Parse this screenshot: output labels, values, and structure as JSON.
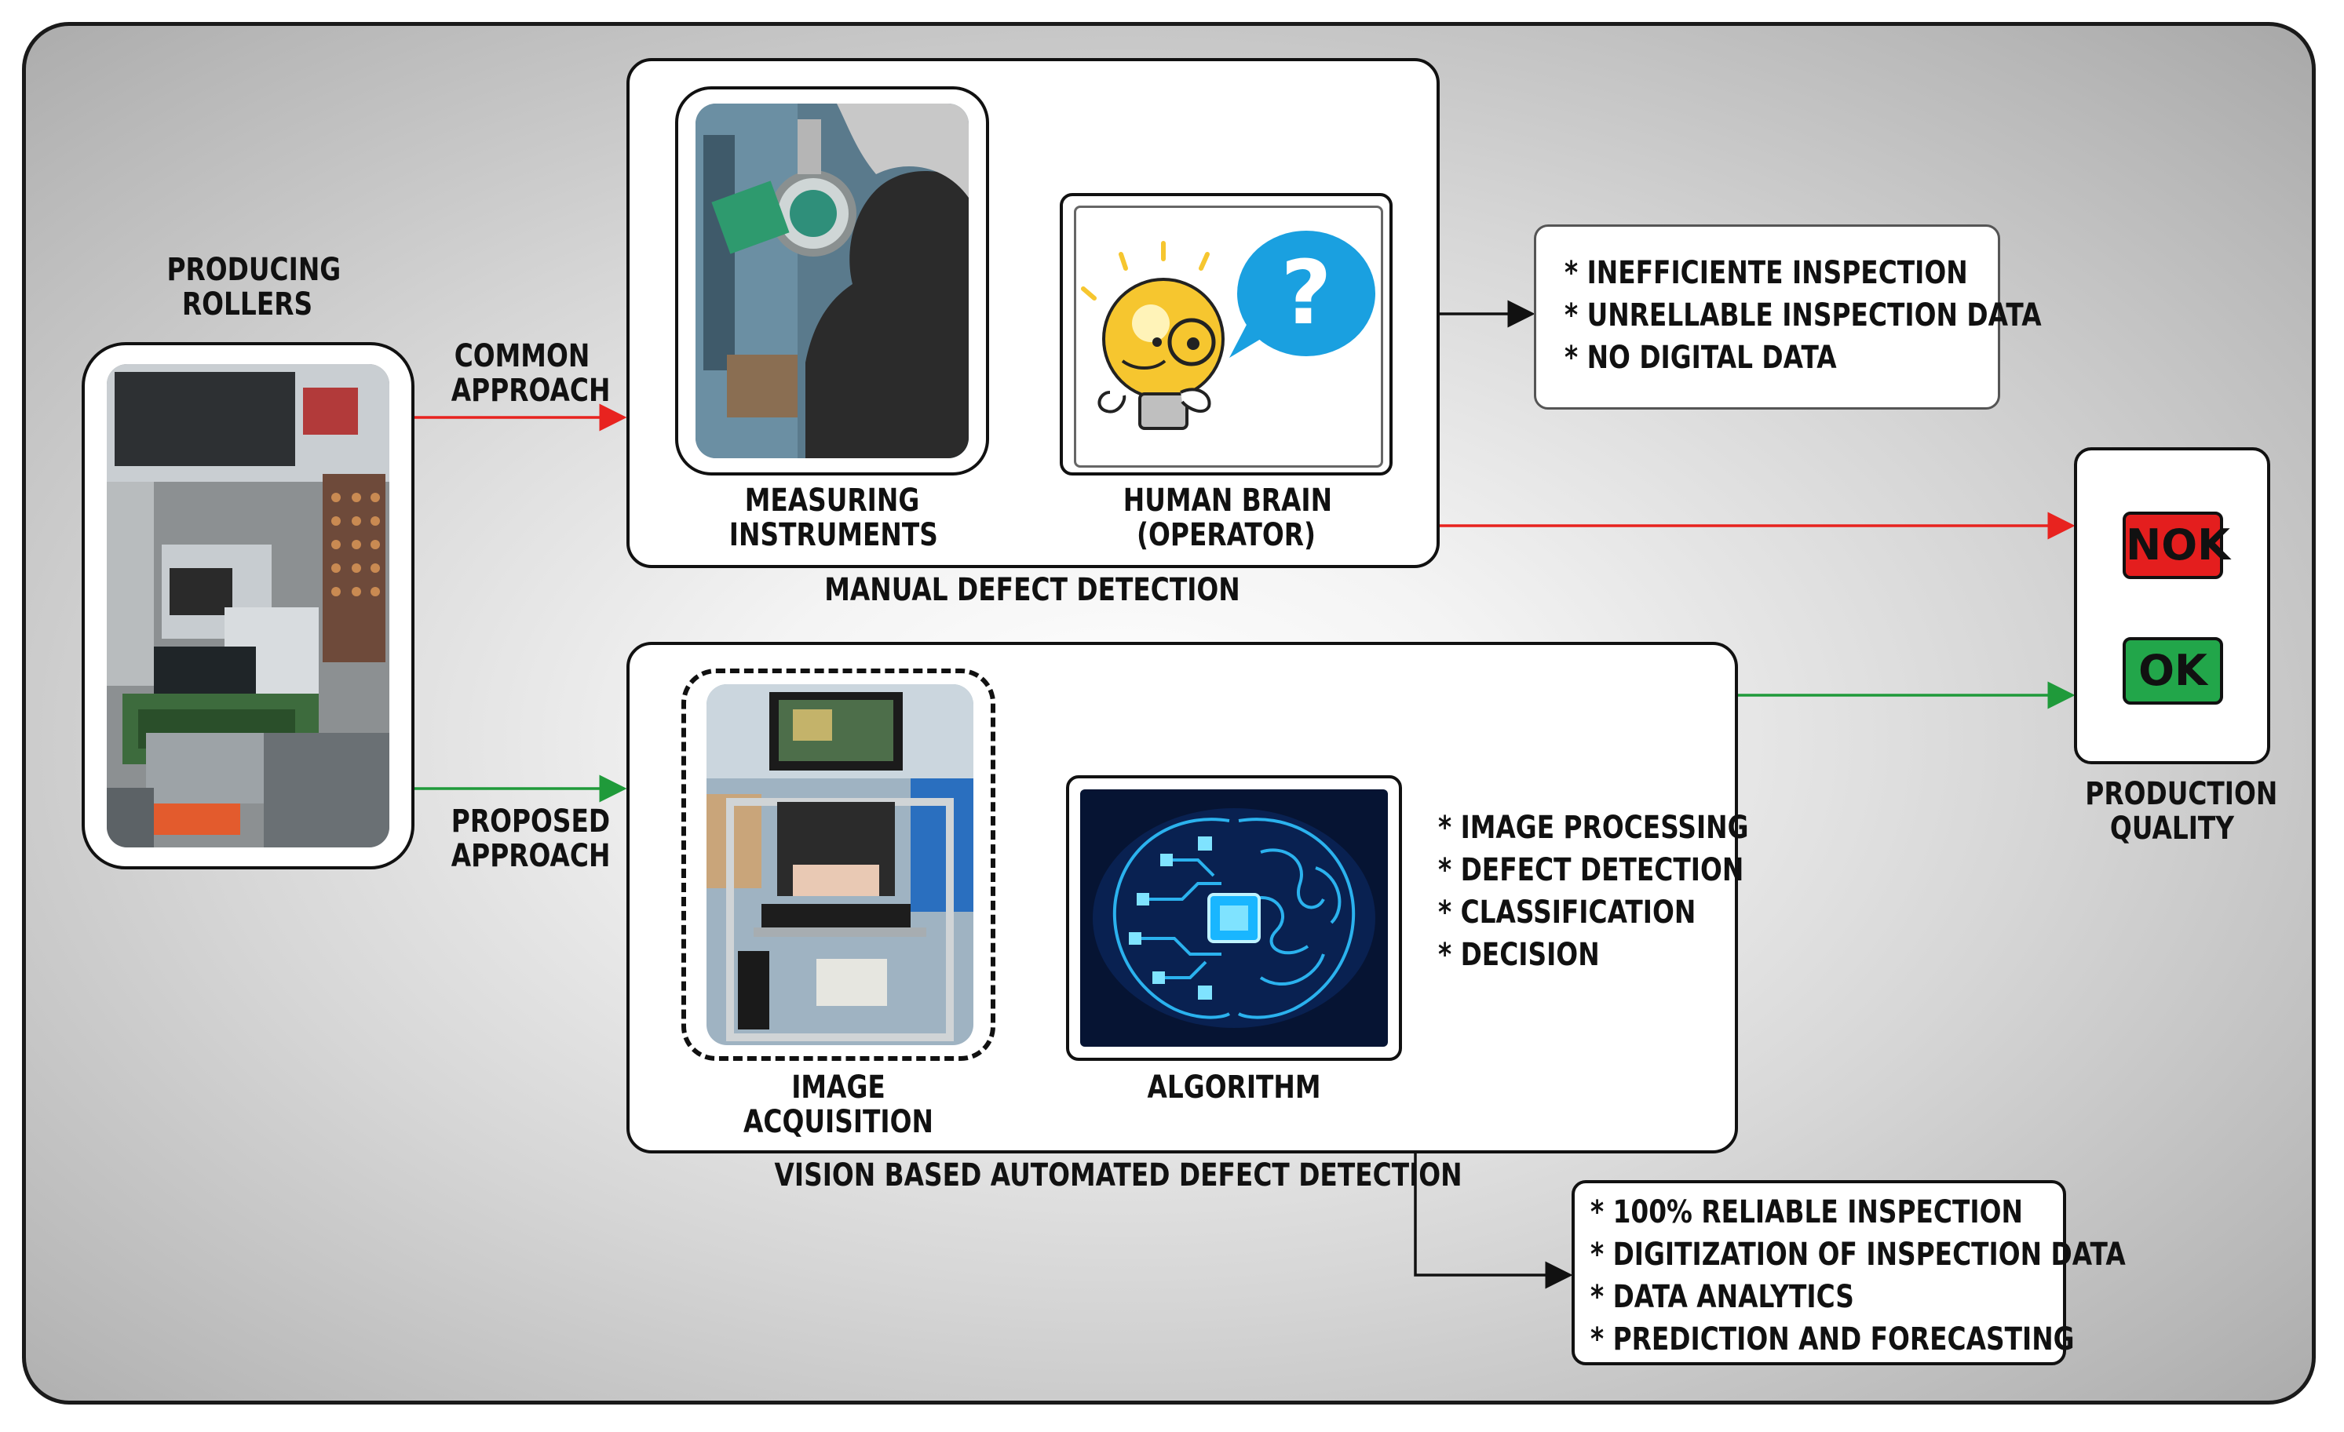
{
  "source": {
    "title_lines": [
      "PRODUCING",
      "ROLLERS"
    ]
  },
  "common_approach": {
    "lines": [
      "COMMON",
      "APPROACH"
    ]
  },
  "proposed_approach": {
    "lines": [
      "PROPOSED",
      "APPROACH"
    ]
  },
  "manual": {
    "caption": "MANUAL DEFECT DETECTION",
    "measuring": {
      "lines": [
        "MEASURING",
        "INSTRUMENTS"
      ]
    },
    "brain": {
      "lines": [
        "HUMAN BRAIN",
        "(OPERATOR)"
      ],
      "question_mark": "?"
    }
  },
  "manual_outcomes": [
    "* INEFFICIENTE INSPECTION",
    "* UNRELLABLE INSPECTION DATA",
    "* NO DIGITAL DATA"
  ],
  "vision": {
    "caption": "VISION BASED AUTOMATED DEFECT DETECTION",
    "acquisition": {
      "lines": [
        "IMAGE",
        "ACQUISITION"
      ]
    },
    "algorithm": {
      "label": "ALGORITHM"
    },
    "steps": [
      "* IMAGE PROCESSING",
      "* DEFECT DETECTION",
      "* CLASSIFICATION",
      "* DECISION"
    ]
  },
  "vision_outcomes": [
    "* 100% RELIABLE INSPECTION",
    "* DIGITIZATION OF INSPECTION DATA",
    "* DATA ANALYTICS",
    "* PREDICTION AND FORECASTING"
  ],
  "quality": {
    "lines": [
      "PRODUCTION",
      "QUALITY"
    ],
    "nok": "NOK",
    "ok": "OK"
  },
  "colors": {
    "common_arrow": "#e8231f",
    "proposed_arrow": "#1f9a3a",
    "nok_fill": "#e41e1e",
    "ok_fill": "#22a64a",
    "border": "#111111"
  }
}
